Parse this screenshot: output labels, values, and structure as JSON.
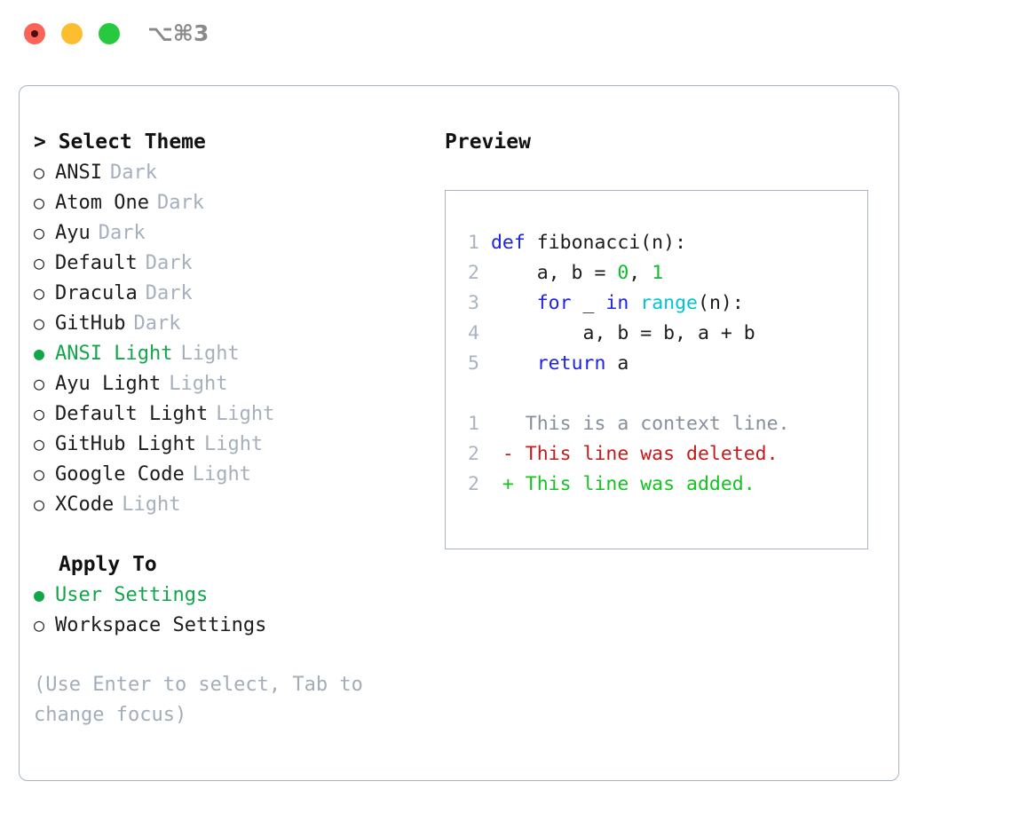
{
  "window": {
    "title": "⌥⌘3",
    "traffic_lights": [
      "close-red",
      "minimize-yellow",
      "maximize-green"
    ]
  },
  "colors": {
    "accent_green": "#11a64a",
    "panel_border": "#a9b3c1",
    "muted_text": "#a6b0bd",
    "keyword_blue": "#1d24e0",
    "function_cyan": "#00c6d4",
    "number_green": "#11bb2e",
    "diff_added": "#12c321",
    "diff_removed": "#c41a1a",
    "diff_context": "#86909c",
    "linenumber": "#aab4c2"
  },
  "theme_picker": {
    "heading": "> Select Theme",
    "items": [
      {
        "bullet": "○",
        "name": "ANSI",
        "tag": "Dark",
        "selected": false
      },
      {
        "bullet": "○",
        "name": "Atom One",
        "tag": "Dark",
        "selected": false
      },
      {
        "bullet": "○",
        "name": "Ayu",
        "tag": "Dark",
        "selected": false
      },
      {
        "bullet": "○",
        "name": "Default",
        "tag": "Dark",
        "selected": false
      },
      {
        "bullet": "○",
        "name": "Dracula",
        "tag": "Dark",
        "selected": false
      },
      {
        "bullet": "○",
        "name": "GitHub",
        "tag": "Dark",
        "selected": false
      },
      {
        "bullet": "●",
        "name": "ANSI Light",
        "tag": "Light",
        "selected": true
      },
      {
        "bullet": "○",
        "name": "Ayu Light",
        "tag": "Light",
        "selected": false
      },
      {
        "bullet": "○",
        "name": "Default Light",
        "tag": "Light",
        "selected": false
      },
      {
        "bullet": "○",
        "name": "GitHub Light",
        "tag": "Light",
        "selected": false
      },
      {
        "bullet": "○",
        "name": "Google Code",
        "tag": "Light",
        "selected": false
      },
      {
        "bullet": "○",
        "name": "XCode",
        "tag": "Light",
        "selected": false
      }
    ]
  },
  "apply_to": {
    "heading": "Apply To",
    "items": [
      {
        "bullet": "●",
        "name": "User Settings",
        "selected": true
      },
      {
        "bullet": "○",
        "name": "Workspace Settings",
        "selected": false
      }
    ]
  },
  "hint": "(Use Enter to select, Tab to change focus)",
  "preview": {
    "title": "Preview",
    "code": [
      {
        "n": "1",
        "tokens": [
          {
            "t": "def",
            "c": "kw"
          },
          {
            "t": " fibonacci(n):",
            "c": "txt"
          }
        ]
      },
      {
        "n": "2",
        "tokens": [
          {
            "t": "    a, b = ",
            "c": "txt"
          },
          {
            "t": "0",
            "c": "num"
          },
          {
            "t": ", ",
            "c": "txt"
          },
          {
            "t": "1",
            "c": "num"
          }
        ]
      },
      {
        "n": "3",
        "tokens": [
          {
            "t": "    ",
            "c": "txt"
          },
          {
            "t": "for",
            "c": "kw"
          },
          {
            "t": " _ ",
            "c": "txt"
          },
          {
            "t": "in",
            "c": "kw"
          },
          {
            "t": " ",
            "c": "txt"
          },
          {
            "t": "range",
            "c": "fn"
          },
          {
            "t": "(n):",
            "c": "txt"
          }
        ]
      },
      {
        "n": "4",
        "tokens": [
          {
            "t": "        a, b = b, a + b",
            "c": "txt"
          }
        ]
      },
      {
        "n": "5",
        "tokens": [
          {
            "t": "    ",
            "c": "txt"
          },
          {
            "t": "return",
            "c": "kw"
          },
          {
            "t": " a",
            "c": "txt"
          }
        ]
      }
    ],
    "diff": [
      {
        "n": "1",
        "marker": " ",
        "text": " This is a context line.",
        "kind": "d-ctx"
      },
      {
        "n": "2",
        "marker": "-",
        "text": " This line was deleted.",
        "kind": "d-del"
      },
      {
        "n": "2",
        "marker": "+",
        "text": " This line was added.",
        "kind": "d-add"
      }
    ]
  }
}
